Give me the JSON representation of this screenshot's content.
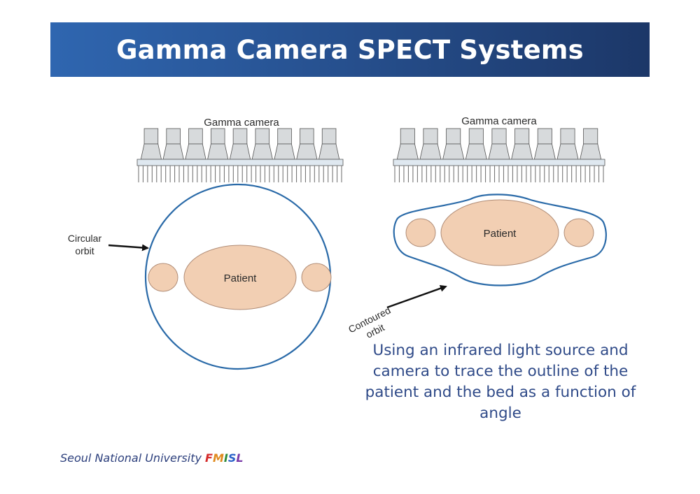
{
  "slide": {
    "title": "Gamma Camera SPECT Systems",
    "caption": "Using an infrared light source and camera to trace the outline of the patient and the bed as a function of angle",
    "footer": {
      "institution": "Seoul National University",
      "brand_letters": [
        {
          "text": "F",
          "color": "#d42a2a"
        },
        {
          "text": "M",
          "color": "#e08a1e"
        },
        {
          "text": "I",
          "color": "#2e8b3a"
        },
        {
          "text": "S",
          "color": "#2a62c9"
        },
        {
          "text": "L",
          "color": "#7a3aa8"
        }
      ]
    }
  },
  "diagram": {
    "left_panel": {
      "camera_label": "Gamma camera",
      "orbit_label_line1": "Circular",
      "orbit_label_line2": "orbit",
      "patient_label": "Patient"
    },
    "right_panel": {
      "camera_label": "Gamma camera",
      "orbit_label_line1": "Contoured",
      "orbit_label_line2": "orbit",
      "patient_label": "Patient"
    },
    "colors": {
      "orbit": "#2a6aa8",
      "body": "#f2cfb3",
      "body_stroke": "#b08c76",
      "collimator": "#d7dadc",
      "camera_plate": "#dfe8f0"
    }
  }
}
